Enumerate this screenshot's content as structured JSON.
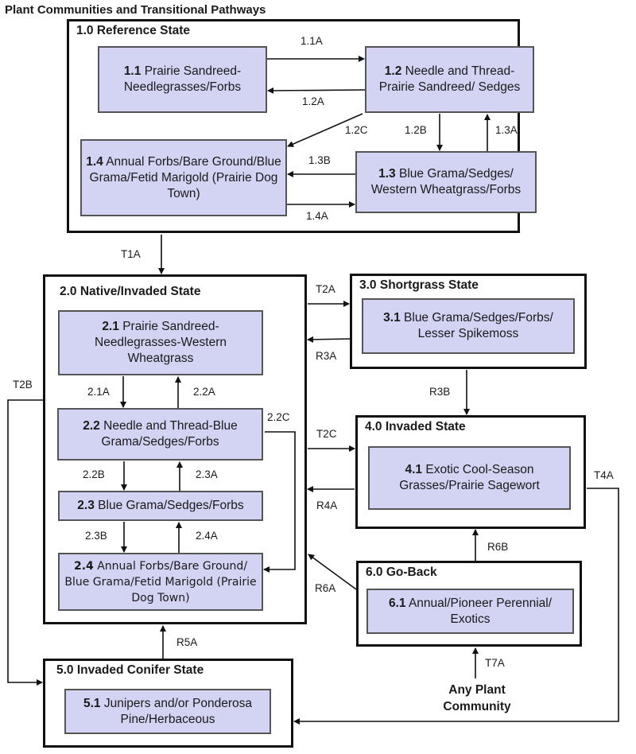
{
  "title": "Plant Communities and Transitional Pathways",
  "states": {
    "s1": {
      "title": "1.0 Reference State"
    },
    "s2": {
      "title": "2.0 Native/Invaded State"
    },
    "s3": {
      "title": "3.0 Shortgrass State"
    },
    "s4": {
      "title": "4.0 Invaded State"
    },
    "s5": {
      "title": "5.0 Invaded Conifer State"
    },
    "s6": {
      "title": "6.0 Go-Back"
    }
  },
  "communities": {
    "c11": {
      "num": "1.1",
      "text": "Prairie Sandreed-Needlegrasses/Forbs"
    },
    "c12": {
      "num": "1.2",
      "text": "Needle and Thread-Prairie Sandreed/ Sedges"
    },
    "c13": {
      "num": "1.3",
      "text": "Blue Grama/Sedges/ Western Wheatgrass/Forbs"
    },
    "c14": {
      "num": "1.4",
      "text": "Annual Forbs/Bare Ground/Blue Grama/Fetid Marigold (Prairie Dog Town)"
    },
    "c21": {
      "num": "2.1",
      "text": "Prairie Sandreed-Needlegrasses-Western Wheatgrass"
    },
    "c22": {
      "num": "2.2",
      "text": "Needle and Thread-Blue Grama/Sedges/Forbs"
    },
    "c23": {
      "num": "2.3",
      "text": "Blue Grama/Sedges/Forbs"
    },
    "c24": {
      "num": "2.4",
      "text": "Annual Forbs/Bare Ground/ Blue Grama/Fetid Marigold (Prairie Dog Town)"
    },
    "c31": {
      "num": "3.1",
      "text": "Blue Grama/Sedges/Forbs/ Lesser Spikemoss"
    },
    "c41": {
      "num": "4.1",
      "text": "Exotic Cool-Season Grasses/Prairie Sagewort"
    },
    "c51": {
      "num": "5.1",
      "text": "Junipers and/or Ponderosa Pine/Herbaceous"
    },
    "c61": {
      "num": "6.1",
      "text": "Annual/Pioneer Perennial/ Exotics"
    }
  },
  "any_plant_community": "Any Plant Community",
  "pathways": {
    "p11A": "1.1A",
    "p12A": "1.2A",
    "p12B": "1.2B",
    "p12C": "1.2C",
    "p13A": "1.3A",
    "p13B": "1.3B",
    "p14A": "1.4A",
    "p21A": "2.1A",
    "p22A": "2.2A",
    "p22B": "2.2B",
    "p22C": "2.2C",
    "p23A": "2.3A",
    "p23B": "2.3B",
    "p24A": "2.4A",
    "T1A": "T1A",
    "T2A": "T2A",
    "T2B": "T2B",
    "T2C": "T2C",
    "T4A": "T4A",
    "T7A": "T7A",
    "R3A": "R3A",
    "R3B": "R3B",
    "R4A": "R4A",
    "R5A": "R5A",
    "R6A": "R6A",
    "R6B": "R6B"
  }
}
